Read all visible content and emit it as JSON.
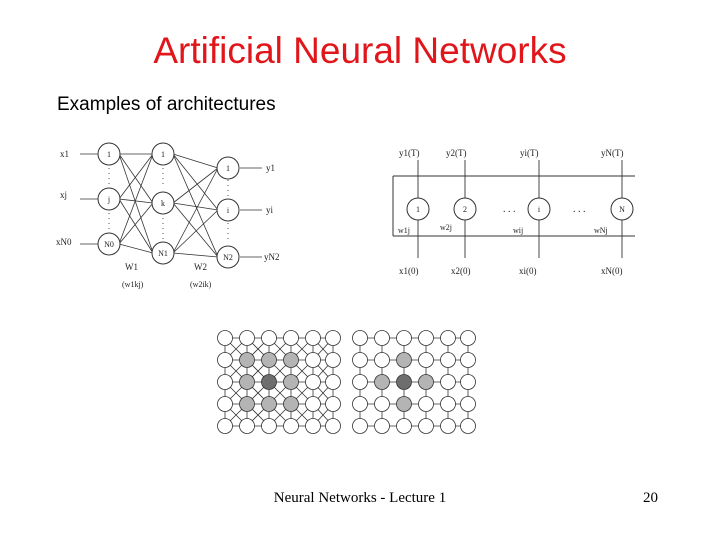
{
  "slide": {
    "title": "Artificial Neural Networks",
    "subtitle": "Examples of architectures",
    "footer": "Neural Networks - Lecture 1",
    "page_number": "20",
    "title_color": "#e0161b"
  },
  "feedforward": {
    "inputs": [
      "x1",
      "xj",
      "xN0"
    ],
    "input_nodes": [
      "1",
      "j",
      "N0"
    ],
    "hidden_nodes": [
      "1",
      "k",
      "N1"
    ],
    "output_nodes": [
      "1",
      "i",
      "N2"
    ],
    "outputs": [
      "y1",
      "yi",
      "yN2"
    ],
    "weight_labels": [
      "W1",
      "W2"
    ],
    "weight_subscripts": [
      "(w1kj)",
      "(w2ik)"
    ]
  },
  "recurrent": {
    "output_labels": [
      "y1(T)",
      "y2(T)",
      "yi(T)",
      "yN(T)"
    ],
    "nodes": [
      "1",
      "2",
      "i",
      "N"
    ],
    "weight_labels": [
      "w1j",
      "w2j",
      "wij",
      "wNj"
    ],
    "input_labels": [
      "x1(0)",
      "x2(0)",
      "xi(0)",
      "xN(0)"
    ]
  },
  "grids": {
    "node_colors": {
      "white": "#ffffff",
      "light": "#b4b4b4",
      "dark": "#6e6e6e"
    }
  }
}
